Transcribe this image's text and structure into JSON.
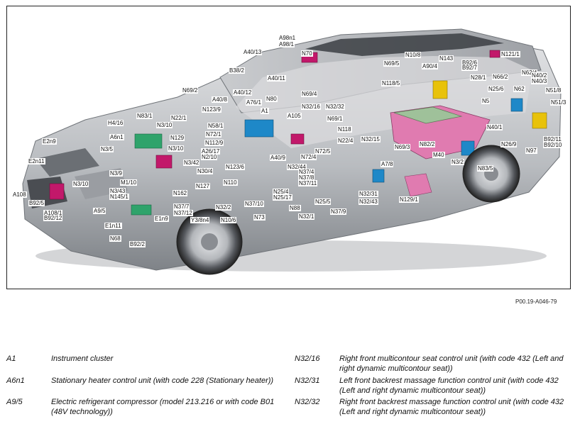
{
  "figure": {
    "code": "P00.19-A046-79",
    "callouts": [
      "A98n1",
      "A98/1",
      "A40/13",
      "N70",
      "N121/1",
      "N10/8",
      "N143",
      "N69/5",
      "A90/4",
      "B92/6",
      "B92/7",
      "B38/2",
      "A40/11",
      "N66/2",
      "N62/4",
      "N28/1",
      "N40/2",
      "N40/3",
      "N118/5",
      "N69/2",
      "A40/12",
      "N25/6",
      "N62",
      "N51/8",
      "A40/8",
      "N80",
      "N69/4",
      "N5",
      "N51/3",
      "A76/1",
      "N123/9",
      "N32/16",
      "N32/32",
      "A1",
      "A105",
      "N69/1",
      "H4/16",
      "N83/1",
      "N22/1",
      "N58/1",
      "N3/10",
      "N72/1",
      "N118",
      "N40/1",
      "A6n1",
      "N129",
      "N112/9",
      "A26/17",
      "N22/4",
      "N32/15",
      "E2n9",
      "N3/5",
      "N3/10",
      "N2/10",
      "N72/5",
      "A40/9",
      "N72/4",
      "N3/42",
      "N123/6",
      "N69/3",
      "N82/2",
      "N26/9",
      "N97",
      "B92/11",
      "B92/10",
      "E2n11",
      "N3/9",
      "N30/4",
      "N32/44",
      "A7/8",
      "M40",
      "N3/2",
      "N83/5",
      "M1/10",
      "N110",
      "N37/4",
      "N37/8",
      "N37/11",
      "N3/10",
      "N3/43",
      "N145/1",
      "A108",
      "B92/5",
      "N162",
      "N127",
      "N25/4",
      "N25/17",
      "N32/31",
      "N32/43",
      "N129/1",
      "A9/5",
      "N37/7",
      "N37/12",
      "N32/2",
      "N37/10",
      "N25/5",
      "A108/1",
      "B92/12",
      "N88",
      "N37/9",
      "E1n9",
      "Y3/8n4",
      "N10/6",
      "N73",
      "N32/1",
      "E1n11",
      "N68",
      "B92/2"
    ]
  },
  "legend": {
    "left": [
      {
        "code": "A1",
        "desc": "Instrument cluster"
      },
      {
        "code": "A6n1",
        "desc": "Stationary heater control unit (with code 228 (Stationary heater))"
      },
      {
        "code": "A9/5",
        "desc": "Electric refrigerant compressor (model 213.216 or with code B01 (48V technology))"
      }
    ],
    "right": [
      {
        "code": "N32/16",
        "desc": "Right front multicontour seat control unit (with code 432 (Left and right dynamic multicontour seat))"
      },
      {
        "code": "N32/31",
        "desc": "Left front backrest massage function control unit (with code 432 (Left and right dynamic multicontour seat))"
      },
      {
        "code": "N32/32",
        "desc": "Right front backrest massage function control unit (with code 432 (Left and right dynamic multicontour seat))"
      }
    ]
  },
  "colors": {
    "body_light": "#cfd1d4",
    "body_dark": "#8e9196",
    "glass": "#3a3d42",
    "module_blue": "#1e88c8",
    "module_magenta": "#c2186a",
    "module_yellow": "#e8c20a",
    "module_green": "#2fa36b",
    "battery_pink": "#e07bb0",
    "battery_green": "#9fc19a"
  }
}
